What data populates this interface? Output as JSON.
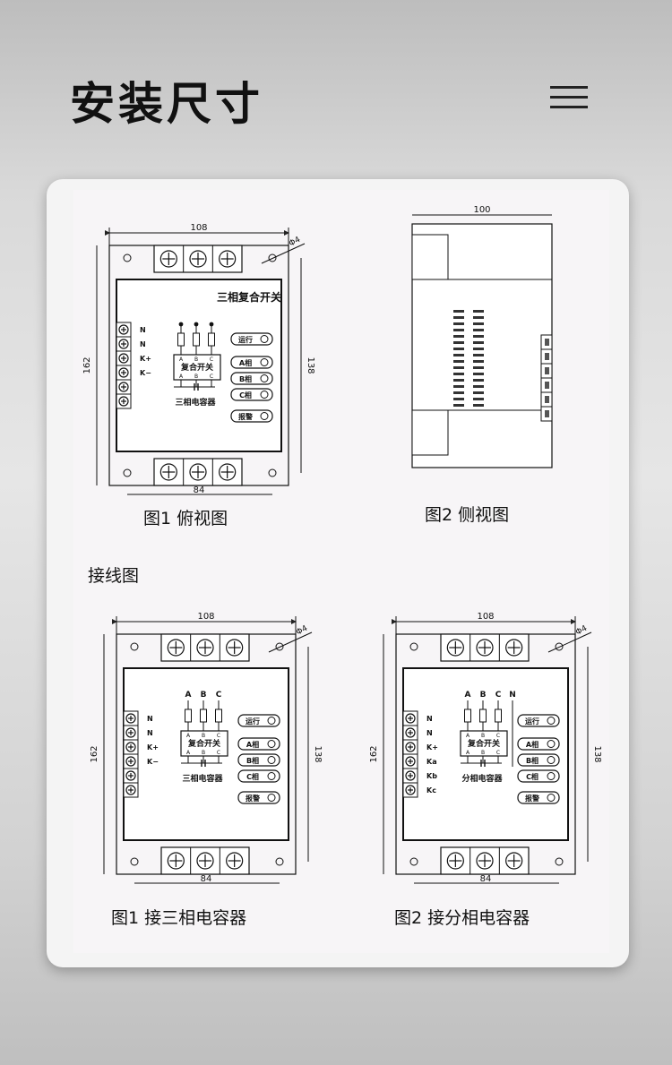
{
  "header": {
    "title": "安装尺寸"
  },
  "top_view": {
    "caption": "图1  俯视图",
    "dim_width": "108",
    "dim_height": "162",
    "dim_inner_height": "138",
    "dim_bottom": "84",
    "dim_hole": "Φ4",
    "label": "三相复合开关",
    "switch_label": "复合开关",
    "cap_label": "三相电容器",
    "phases": [
      "A",
      "B",
      "C"
    ],
    "terminals": [
      "N",
      "N",
      "K+",
      "K−"
    ],
    "indicators": [
      "运行",
      "A相",
      "B相",
      "C相",
      "报警"
    ]
  },
  "side_view": {
    "caption": "图2  侧视图",
    "dim_width": "100"
  },
  "wiring": {
    "heading": "接线图",
    "fig1": {
      "caption": "图1  接三相电容器",
      "dim_width": "108",
      "dim_height": "162",
      "dim_inner_height": "138",
      "dim_bottom": "84",
      "dim_hole": "Φ4",
      "switch_label": "复合开关",
      "cap_label": "三相电容器",
      "phases": [
        "A",
        "B",
        "C"
      ],
      "terminals": [
        "N",
        "N",
        "K+",
        "K−"
      ],
      "indicators": [
        "运行",
        "A相",
        "B相",
        "C相",
        "报警"
      ]
    },
    "fig2": {
      "caption": "图2  接分相电容器",
      "dim_width": "108",
      "dim_height": "162",
      "dim_inner_height": "138",
      "dim_bottom": "84",
      "dim_hole": "Φ4",
      "switch_label": "复合开关",
      "cap_label": "分相电容器",
      "phases": [
        "A",
        "B",
        "C",
        "N"
      ],
      "terminals": [
        "N",
        "N",
        "K+",
        "Ka",
        "Kb",
        "Kc"
      ],
      "indicators": [
        "运行",
        "A相",
        "B相",
        "C相",
        "报警"
      ]
    }
  }
}
